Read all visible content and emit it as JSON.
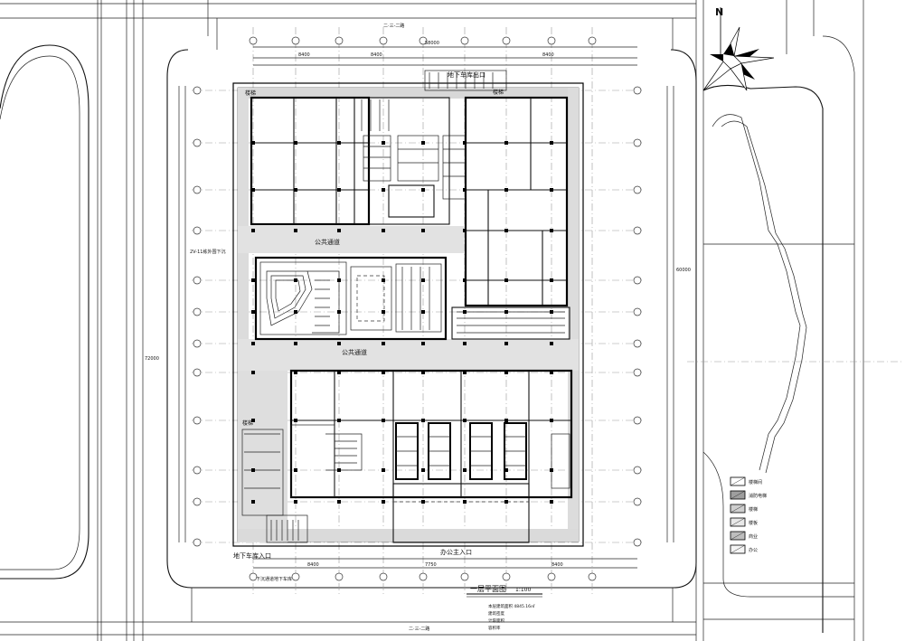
{
  "title": "一层平面图",
  "scale": "1:100",
  "north": "N",
  "labels": {
    "parking_exit_top": "地下车库出口",
    "parking_entrance": "地下车库入口",
    "office_entrance": "办公主入口",
    "public_passage_upper": "公共通道",
    "public_passage_lower": "公共通道",
    "road_top": "二·三-二路",
    "road_bottom": "二·三-二路",
    "ramp_note": "下沉通道地下车库",
    "left_note": "2V-11栋外围下沉",
    "stair_a": "楼梯",
    "stair_b": "楼梯",
    "stair_c": "楼梯"
  },
  "legend_items": [
    "楼梯间",
    "消防电梯",
    "楼梯",
    "楼板",
    "商业",
    "办公"
  ],
  "notes": [
    "本层建筑面积 4845.16㎡",
    "建筑密度",
    "计容面积",
    "容积率"
  ],
  "dims": {
    "top_total": "58000",
    "top_1": "8400",
    "top_2": "8400",
    "top_3": "8400",
    "bottom_1": "8400",
    "bottom_2": "7750",
    "bottom_3": "8400",
    "left_total": "72000",
    "right_total": "60000"
  }
}
